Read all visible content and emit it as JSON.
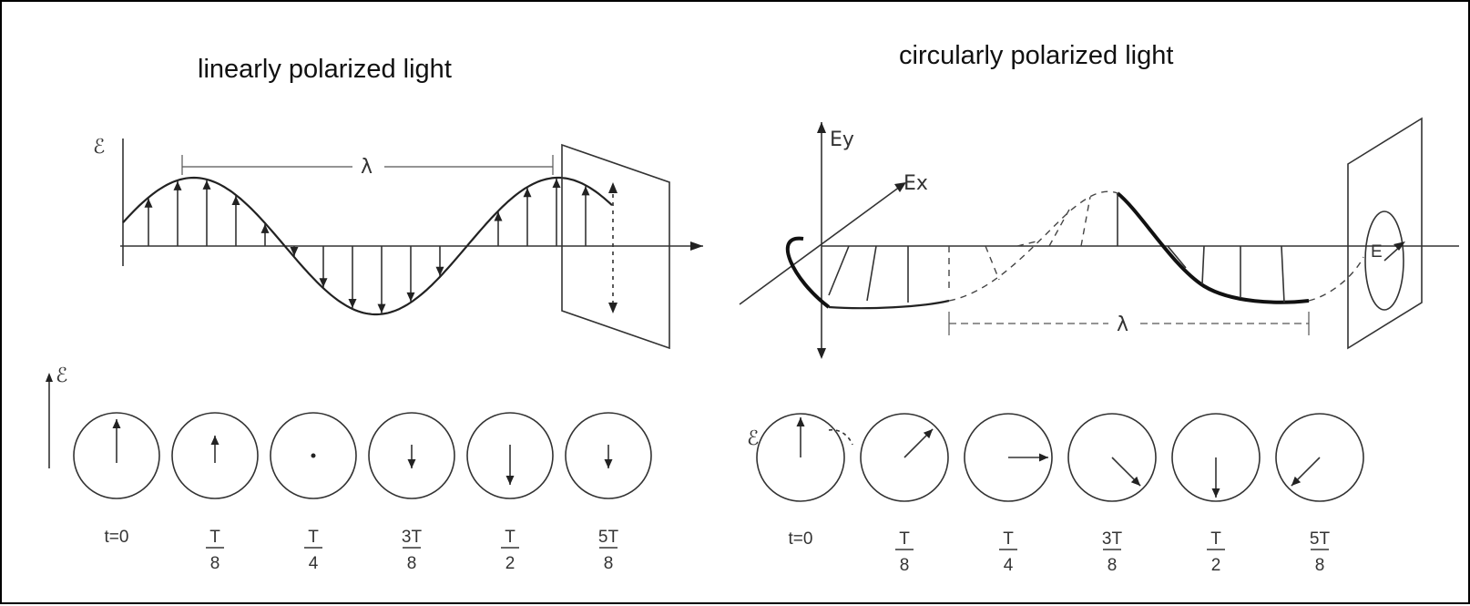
{
  "left_panel": {
    "title": "linearly polarized light",
    "field_label": "ℰ",
    "wavelength_label": "λ",
    "snapshot_label": "ℰ",
    "time_labels": [
      {
        "num": "t=0",
        "den": ""
      },
      {
        "num": "T",
        "den": "8"
      },
      {
        "num": "T",
        "den": "4"
      },
      {
        "num": "3T",
        "den": "8"
      },
      {
        "num": "T",
        "den": "2"
      },
      {
        "num": "5T",
        "den": "8"
      }
    ],
    "vector_directions": [
      "up",
      "up-short",
      "zero",
      "down-short",
      "down",
      "down-short"
    ]
  },
  "right_panel": {
    "title": "circularly polarized light",
    "y_axis_label": "Ey",
    "x_axis_label": "Ex",
    "wavelength_label": "λ",
    "vector_label": "E",
    "snapshot_label": "ℰ",
    "time_labels": [
      {
        "num": "t=0",
        "den": ""
      },
      {
        "num": "T",
        "den": "8"
      },
      {
        "num": "T",
        "den": "4"
      },
      {
        "num": "3T",
        "den": "8"
      },
      {
        "num": "T",
        "den": "2"
      },
      {
        "num": "5T",
        "den": "8"
      }
    ],
    "vector_angles_deg": [
      90,
      45,
      0,
      -45,
      -90,
      -135
    ]
  }
}
